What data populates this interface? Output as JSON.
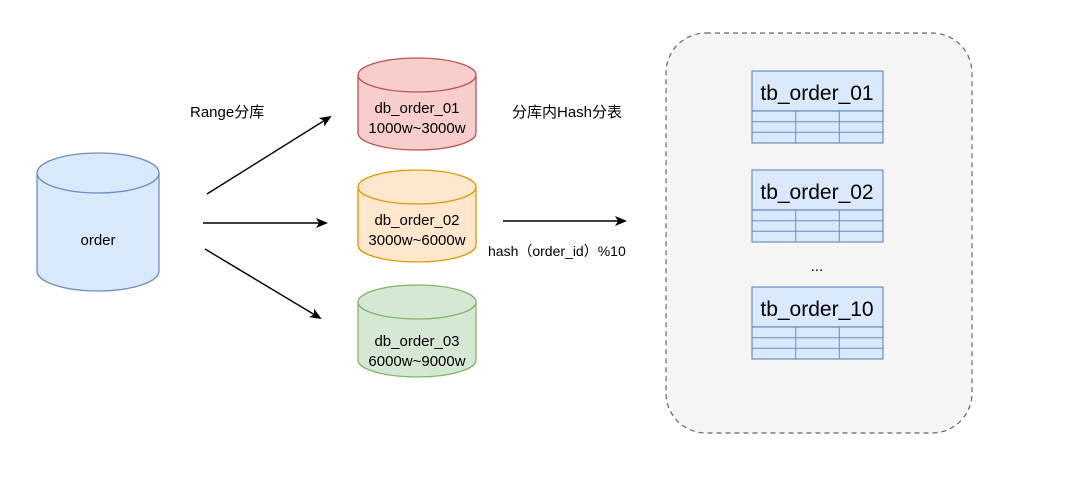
{
  "source_db": {
    "label": "order",
    "fill": "#dae8fc",
    "stroke": "#6c8ebf"
  },
  "edges": {
    "range_label": "Range分库",
    "hash_label": "分库内Hash分表",
    "hash_expr": "hash（order_id）%10"
  },
  "databases": [
    {
      "name": "db_order_01",
      "range": "1000w~3000w",
      "fill": "#f8cecc",
      "stroke": "#b85450"
    },
    {
      "name": "db_order_02",
      "range": "3000w~6000w",
      "fill": "#ffe6cc",
      "stroke": "#d79b00"
    },
    {
      "name": "db_order_03",
      "range": "6000w~9000w",
      "fill": "#d5e8d4",
      "stroke": "#82b366"
    }
  ],
  "tables": [
    {
      "name": "tb_order_01"
    },
    {
      "name": "tb_order_02"
    },
    {
      "name": "tb_order_10"
    }
  ],
  "ellipsis": "...",
  "colors": {
    "table_fill": "#dae8fc",
    "table_stroke": "#6c8ebf",
    "group_fill": "#f5f5f5",
    "group_stroke": "#666666",
    "arrow": "#000000"
  }
}
